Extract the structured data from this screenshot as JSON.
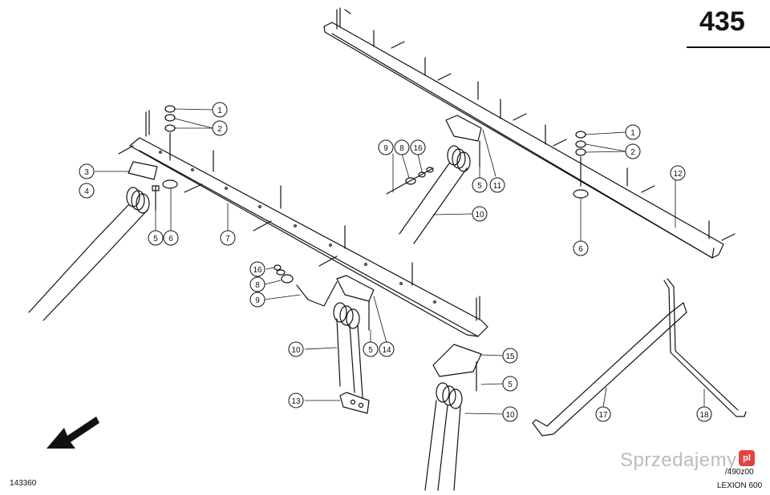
{
  "page_number": "435",
  "drawing_ref_left": "143360",
  "drawing_ref_right": "/490z00",
  "model": "LEXION 600",
  "watermark": {
    "text": "Sprzedajemy",
    "badge": "pl"
  },
  "callouts": {
    "c1a": "1",
    "c2a": "2",
    "c3": "3",
    "c4": "4",
    "c5a": "5",
    "c6a": "6",
    "c7": "7",
    "c9a": "9",
    "c8a": "8",
    "c16a": "16",
    "c5b": "5",
    "c11": "11",
    "c10a": "10",
    "c1b": "1",
    "c2b": "2",
    "c12": "12",
    "c6b": "6",
    "c16b": "16",
    "c8b": "8",
    "c9b": "9",
    "c10b": "10",
    "c5c": "5",
    "c14": "14",
    "c13": "13",
    "c15": "15",
    "c5d": "5",
    "c10c": "10",
    "c17": "17",
    "c18": "18"
  }
}
